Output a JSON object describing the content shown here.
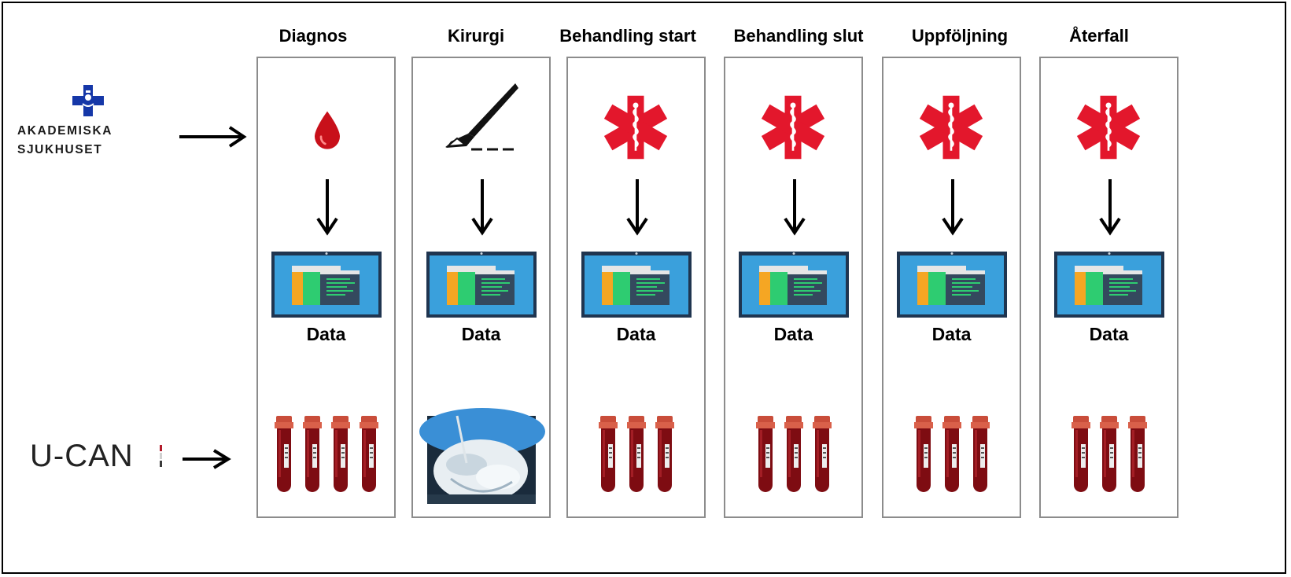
{
  "stages": [
    {
      "label": "Diagnos",
      "top_icon": "blood-drop-icon",
      "sample_icon": "blood-tubes-icon",
      "tube_count": 4,
      "data_label": "Data"
    },
    {
      "label": "Kirurgi",
      "top_icon": "scalpel-icon",
      "sample_icon": "frozen-tissue-photo",
      "tube_count": 0,
      "data_label": "Data"
    },
    {
      "label": "Behandling start",
      "top_icon": "star-of-life-icon",
      "sample_icon": "blood-tubes-icon",
      "tube_count": 3,
      "data_label": "Data"
    },
    {
      "label": "Behandling slut",
      "top_icon": "star-of-life-icon",
      "sample_icon": "blood-tubes-icon",
      "tube_count": 3,
      "data_label": "Data"
    },
    {
      "label": "Uppföljning",
      "top_icon": "star-of-life-icon",
      "sample_icon": "blood-tubes-icon",
      "tube_count": 3,
      "data_label": "Data"
    },
    {
      "label": "Återfall",
      "top_icon": "star-of-life-icon",
      "sample_icon": "blood-tubes-icon",
      "tube_count": 3,
      "data_label": "Data"
    }
  ],
  "sources": {
    "hospital": {
      "line1": "AKADEMISKA",
      "line2": "SJUKHUSET",
      "icon": "hospital-cross-logo"
    },
    "biobank": {
      "name": "U-CAN",
      "icon": "u-can-logo"
    }
  },
  "colors": {
    "blood": "#c8101a",
    "star_of_life": "#e3172c",
    "logo_blue": "#1537a8",
    "monitor_blue": "#3aa0dc",
    "box_border": "#8c8c8c"
  }
}
